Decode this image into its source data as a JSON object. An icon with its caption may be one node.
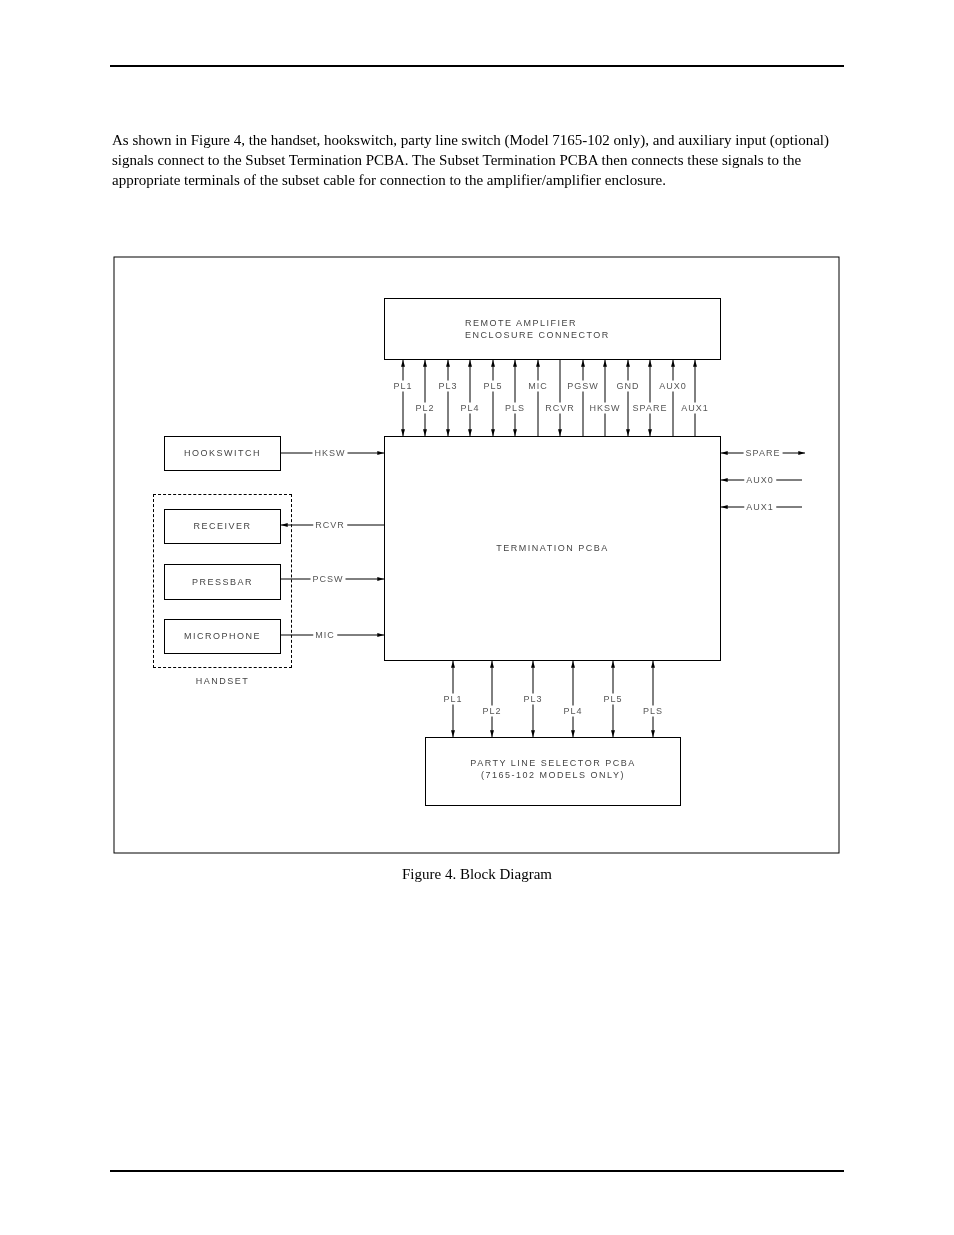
{
  "diagram": {
    "caption": "Figure 4. Block Diagram",
    "nodes": [
      {
        "text": [
          "REMOTE AMPLIFIER ENCLOSURE CONNECTOR"
        ]
      },
      {
        "text": [
          "HOOKSWITCH"
        ]
      },
      {
        "text": [
          "HANDSET"
        ]
      },
      {
        "text": [
          "RECEIVER"
        ],
        "in": 2
      },
      {
        "text": [
          "PRESSBAR"
        ],
        "in": 2
      },
      {
        "text": [
          "MICROPHONE"
        ],
        "in": 2
      },
      {
        "text": [
          "TERMINATION PCBA"
        ]
      },
      {
        "text": [
          "PARTY LINE SELECTOR PCBA (7165-102 MODELS ONLY)"
        ]
      }
    ],
    "edges": [
      {
        "from": 6,
        "to": 0,
        "arrow": "both",
        "label": "PL1"
      },
      {
        "from": 6,
        "to": 0,
        "arrow": "both",
        "label": "PL2"
      },
      {
        "from": 6,
        "to": 0,
        "arrow": "both",
        "label": "PL3"
      },
      {
        "from": 6,
        "to": 0,
        "arrow": "both",
        "label": "PL4"
      },
      {
        "from": 6,
        "to": 0,
        "arrow": "both",
        "label": "PL5"
      },
      {
        "from": 6,
        "to": 0,
        "arrow": "both",
        "label": "PLS"
      },
      {
        "from": 6,
        "to": 0,
        "arrow": "to",
        "label": "MIC"
      },
      {
        "from": 0,
        "to": 6,
        "arrow": "to",
        "label": "RCVR"
      },
      {
        "from": 6,
        "to": 0,
        "arrow": "to",
        "label": "PGSW"
      },
      {
        "from": 6,
        "to": 0,
        "arrow": "to",
        "label": "HKSW"
      },
      {
        "from": 6,
        "to": 0,
        "arrow": "both",
        "label": "GND"
      },
      {
        "from": 6,
        "to": 0,
        "arrow": "both",
        "label": "SPARE"
      },
      {
        "from": 6,
        "to": 0,
        "arrow": "to",
        "label": "AUX0"
      },
      {
        "from": 6,
        "to": 0,
        "arrow": "to",
        "label": "AUX1"
      },
      {
        "from": 1,
        "to": 6,
        "arrow": "to",
        "label": "HKSW"
      },
      {
        "from": 6,
        "to": 3,
        "arrow": "to",
        "label": "RCVR"
      },
      {
        "from": 4,
        "to": 6,
        "arrow": "to",
        "label": "PCSW"
      },
      {
        "from": 5,
        "to": 6,
        "arrow": "to",
        "label": "MIC"
      },
      {
        "from": null,
        "to": 6,
        "arrow": "both",
        "label": "SPARE"
      },
      {
        "from": null,
        "to": 6,
        "arrow": "to",
        "label": "AUX0"
      },
      {
        "from": null,
        "to": 6,
        "arrow": "to",
        "label": "AUX1"
      },
      {
        "from": 6,
        "to": 7,
        "arrow": "both",
        "label": "PL1"
      },
      {
        "from": 6,
        "to": 7,
        "arrow": "both",
        "label": "PL2"
      },
      {
        "from": 6,
        "to": 7,
        "arrow": "both",
        "label": "PL3"
      },
      {
        "from": 6,
        "to": 7,
        "arrow": "both",
        "label": "PL4"
      },
      {
        "from": 6,
        "to": 7,
        "arrow": "both",
        "label": "PL5"
      },
      {
        "from": 6,
        "to": 7,
        "arrow": "both",
        "label": "PLS"
      }
    ],
    "labels": [
      "As shown in Figure 4, the handset, hookswitch, party line switch (Model 7165-102 only), and auxiliary input (optional) signals connect to the Subset Termination PCBA.  The Subset Termination PCBA then connects these signals to the appropriate terminals of the subset cable for connection to the amplifier/amplifier enclosure."
    ]
  }
}
